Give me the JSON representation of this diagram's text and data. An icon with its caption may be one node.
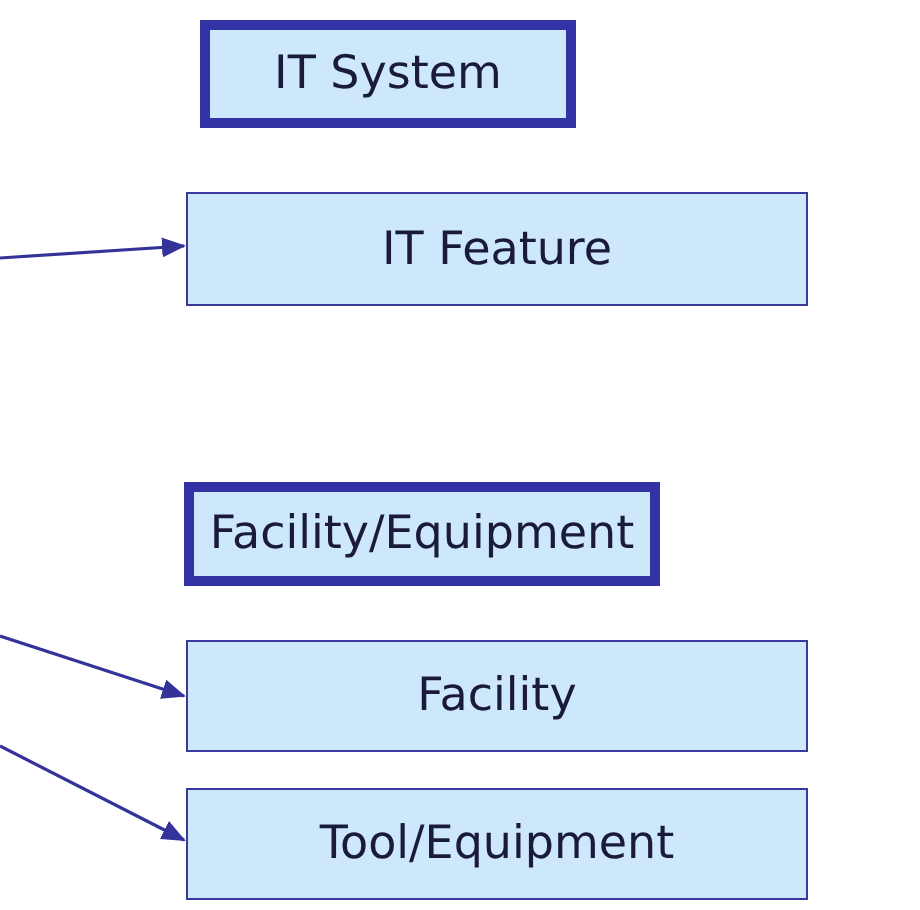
{
  "diagram": {
    "nodes": [
      {
        "text": [
          "IT System"
        ]
      },
      {
        "text": [
          "IT Feature"
        ]
      },
      {
        "text": [
          "Facility/Equipment"
        ]
      },
      {
        "text": [
          "Facility"
        ]
      },
      {
        "text": [
          "Tool/Equipment"
        ]
      }
    ],
    "edges": [
      {
        "from": null,
        "to": 1,
        "arrow": "to"
      },
      {
        "from": null,
        "to": 3,
        "arrow": "to"
      },
      {
        "from": null,
        "to": 4,
        "arrow": "to"
      }
    ]
  }
}
